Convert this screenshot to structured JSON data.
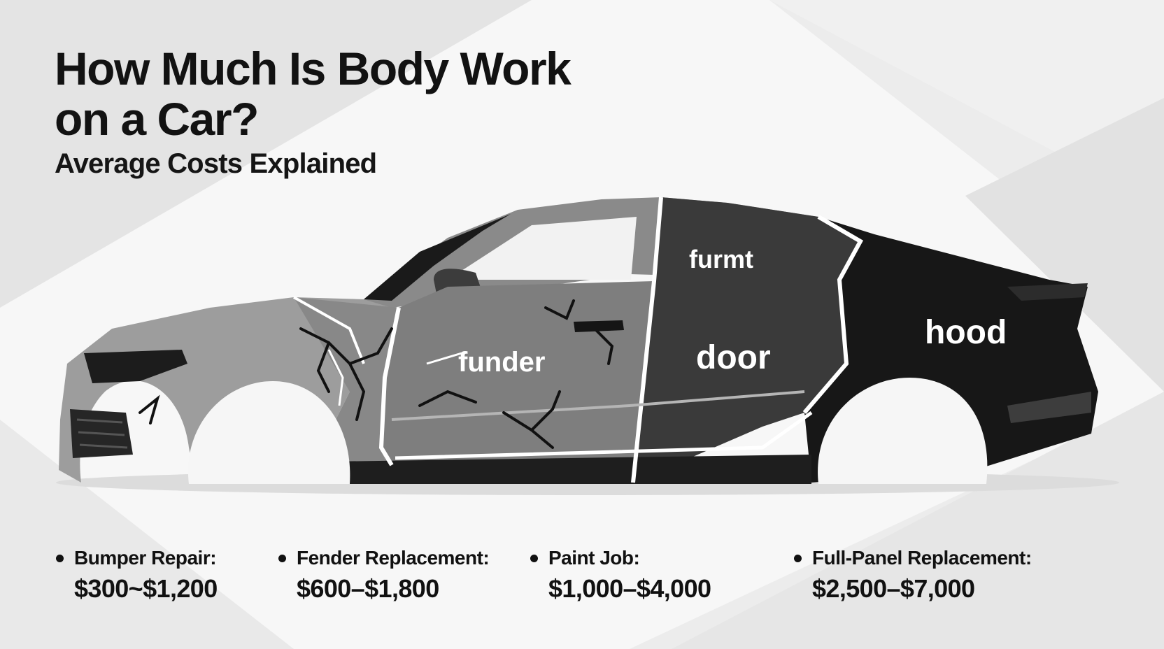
{
  "title": {
    "line1": "How Much Is Body Work",
    "line2": "on a Car?",
    "subtitle": "Average Costs Explained"
  },
  "car_labels": {
    "front_door": "funder",
    "rear_top": "furmt",
    "rear_door": "door",
    "rear_quarter": "hood"
  },
  "costs": [
    {
      "name": "Bumper Repair:",
      "price": "$300~$1,200"
    },
    {
      "name": "Fender Replacement:",
      "price": "$600–$1,800"
    },
    {
      "name": "Paint Job:",
      "price": "$1,000–$4,000"
    },
    {
      "name": "Full-Panel Replacement:",
      "price": "$2,500–$7,000"
    }
  ],
  "colors": {
    "background": "#eeeeee",
    "text": "#111111",
    "car_light": "#9a9a9a",
    "car_mid": "#6f6f6f",
    "car_dark": "#3a3a3a",
    "car_black": "#161616"
  }
}
